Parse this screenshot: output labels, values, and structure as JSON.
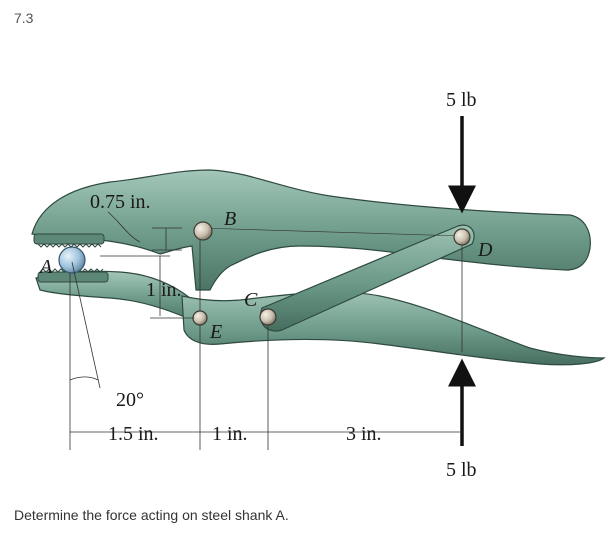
{
  "problem_number": "7.3",
  "question": "Determine the force acting on steel shank A.",
  "figure": {
    "points": {
      "A": "A",
      "B": "B",
      "C": "C",
      "D": "D",
      "E": "E"
    },
    "forces": {
      "top": "5 lb",
      "bottom": "5 lb"
    },
    "dimensions": {
      "jaw_opening": "0.75 in.",
      "vertical": "1 in.",
      "angle": "20°",
      "horizontal_1": "1.5 in.",
      "horizontal_2": "1 in.",
      "horizontal_3": "3 in."
    },
    "colors": {
      "tool_body": "#6f9c8c",
      "tool_dark": "#4d7767",
      "tool_light": "#9fc4b4",
      "pin": "#d9d2c4",
      "shank": "#9ec3dc",
      "arrow": "#111111"
    }
  }
}
